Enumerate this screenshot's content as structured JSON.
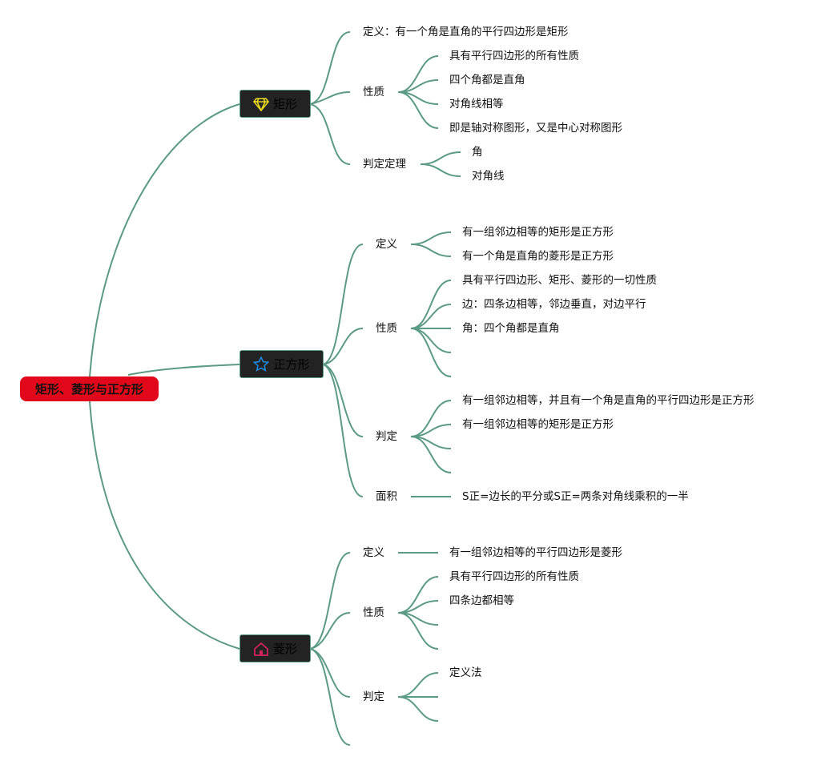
{
  "root": "矩形、菱形与正方形",
  "colors": {
    "root": "#e0081a",
    "line": "#5b9a85",
    "diamond_icon": "#e8d81c",
    "star_icon": "#1e88d6",
    "home_icon": "#d0245a"
  },
  "rectangle": {
    "label": "矩形",
    "icon": "diamond-icon",
    "definition": {
      "label": "定义：有一个角是直角的平行四边形是矩形"
    },
    "properties": {
      "label": "性质",
      "items": [
        "具有平行四边形的所有性质",
        "四个角都是直角",
        "对角线相等",
        "即是轴对称图形，又是中心对称图形"
      ]
    },
    "theorems": {
      "label": "判定定理",
      "items": [
        "角",
        "对角线"
      ]
    }
  },
  "square": {
    "label": "正方形",
    "icon": "star-icon",
    "definition": {
      "label": "定义",
      "items": [
        "有一组邻边相等的矩形是正方形",
        "有一个角是直角的菱形是正方形"
      ]
    },
    "properties": {
      "label": "性质",
      "items": [
        "具有平行四边形、矩形、菱形的一切性质",
        "边：四条边相等，邻边垂直，对边平行",
        "角：四个角都是直角"
      ]
    },
    "criteria": {
      "label": "判定",
      "items": [
        "有一组邻边相等，并且有一个角是直角的平行四边形是正方形",
        "有一组邻边相等的矩形是正方形"
      ]
    },
    "area": {
      "label": "面积",
      "items": [
        "S正=边长的平分或S正=两条对角线乘积的一半"
      ]
    }
  },
  "rhombus": {
    "label": "菱形",
    "icon": "home-icon",
    "definition": {
      "label": "定义",
      "items": [
        "有一组邻边相等的平行四边形是菱形"
      ]
    },
    "properties": {
      "label": "性质",
      "items": [
        "具有平行四边形的所有性质",
        "四条边都相等"
      ]
    },
    "criteria": {
      "label": "判定",
      "items": [
        "定义法"
      ]
    }
  }
}
